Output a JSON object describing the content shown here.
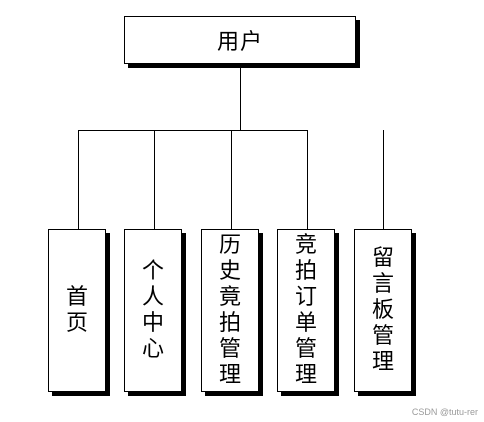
{
  "root": {
    "label": "用户"
  },
  "leaves": [
    {
      "chars": [
        "首",
        "页"
      ]
    },
    {
      "chars": [
        "个",
        "人",
        "中",
        "心"
      ]
    },
    {
      "chars": [
        "历",
        "史",
        "竟",
        "拍",
        "管",
        "理"
      ]
    },
    {
      "chars": [
        "竞",
        "拍",
        "订",
        "单",
        "管",
        "理"
      ]
    },
    {
      "chars": [
        "留",
        "言",
        "板",
        "管",
        "理"
      ]
    }
  ],
  "watermark": "CSDN @tutu-rer"
}
